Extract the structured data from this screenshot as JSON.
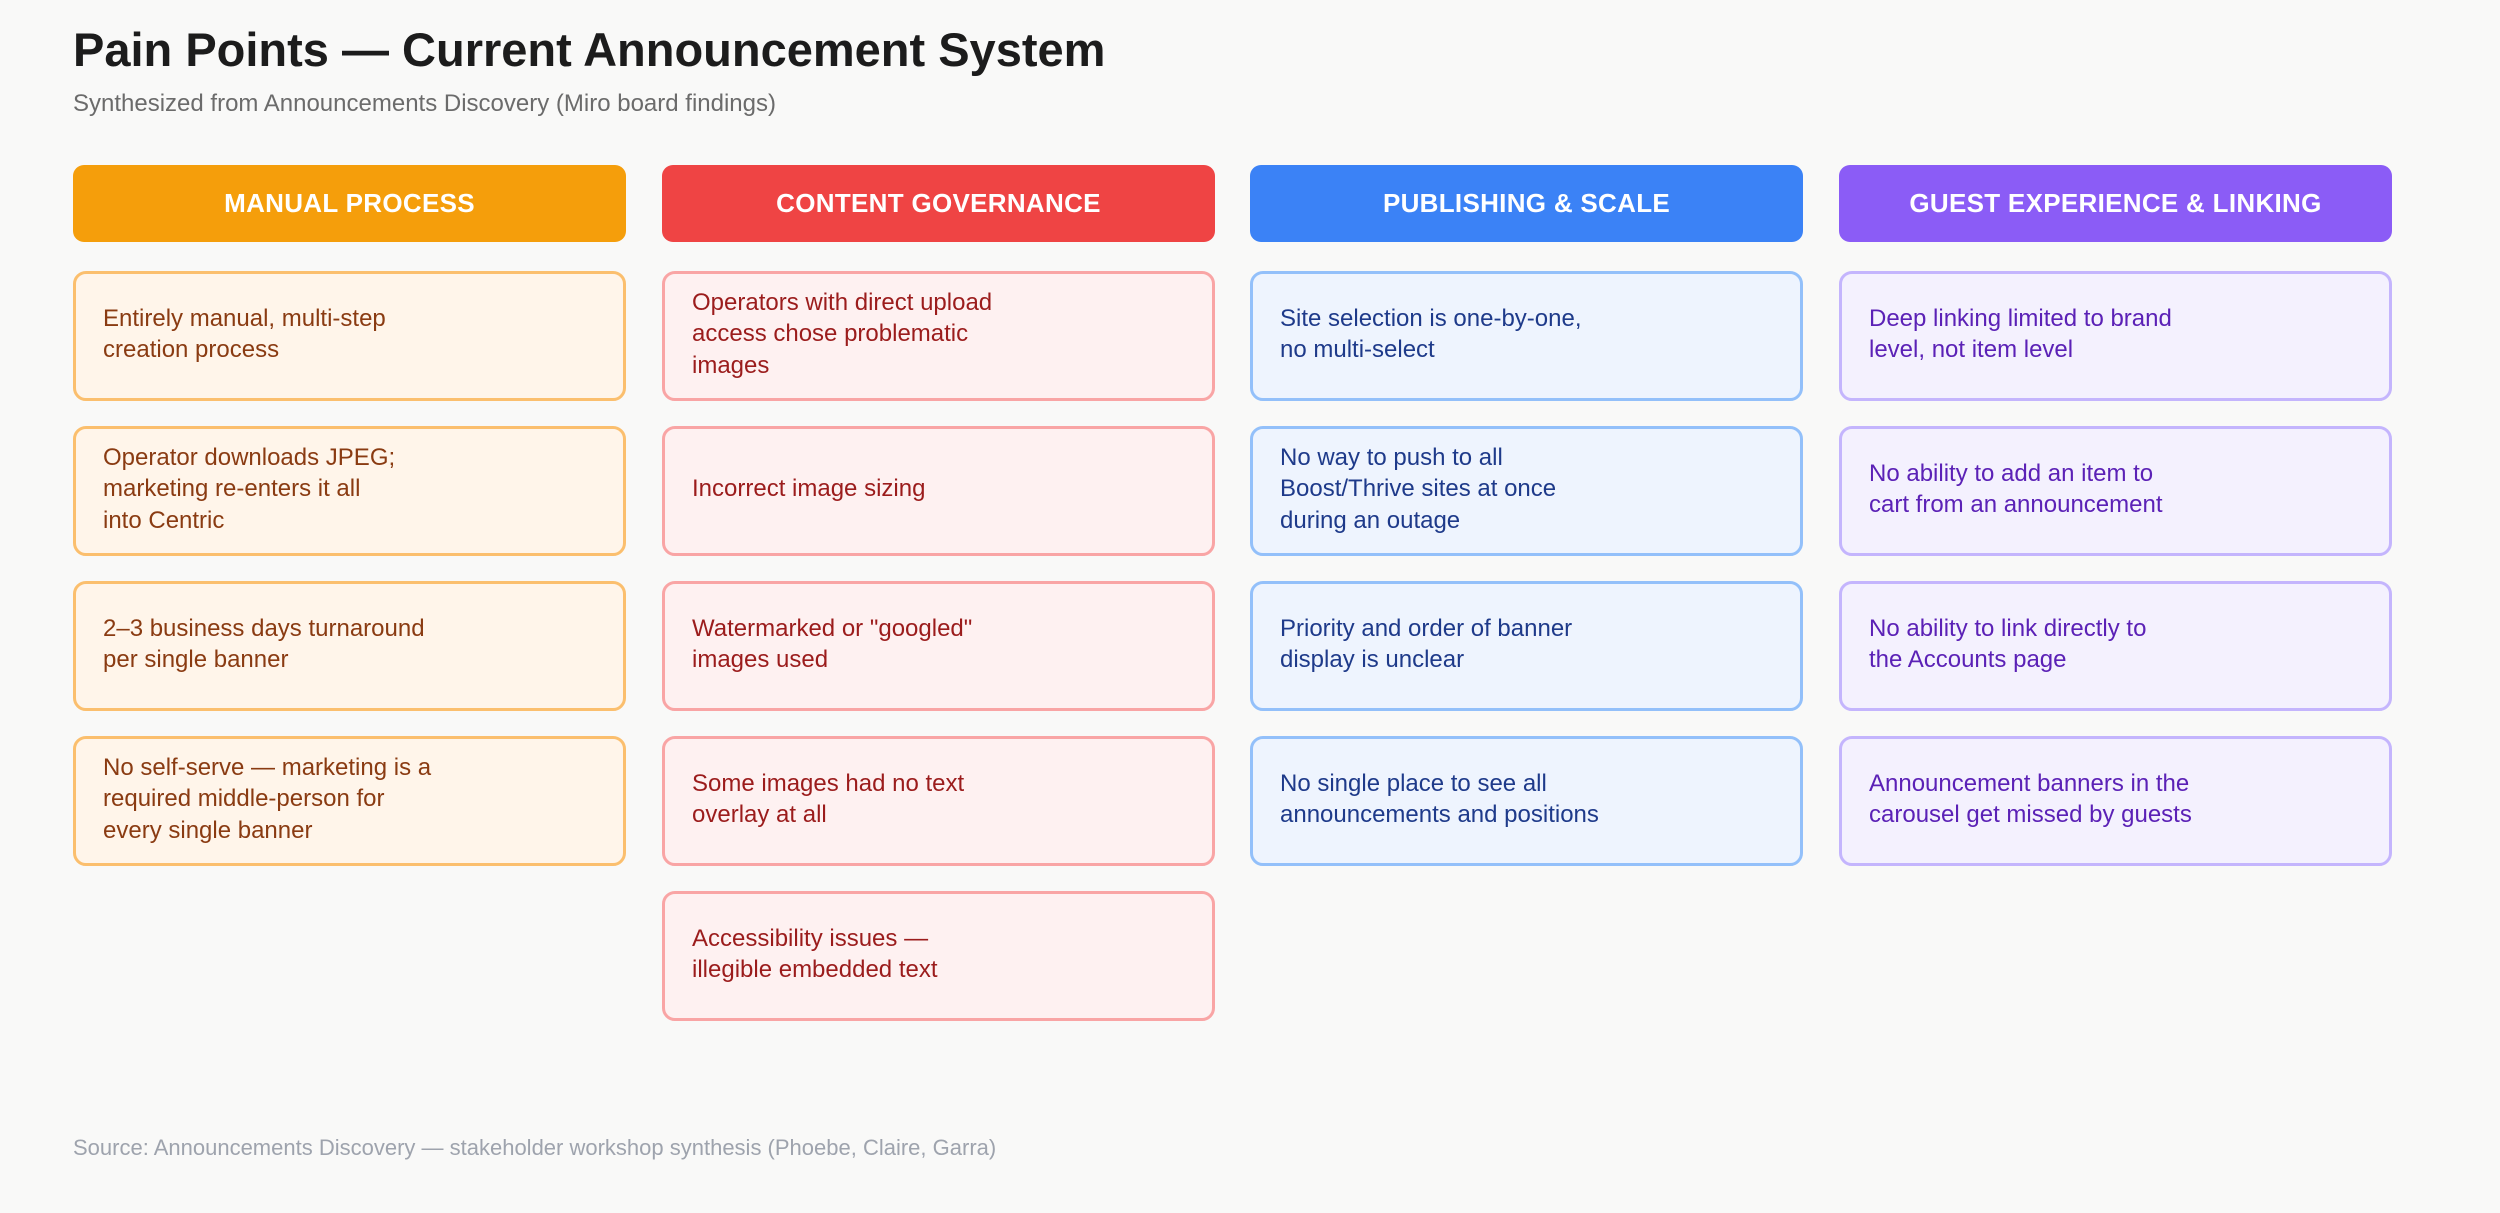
{
  "header": {
    "title": "Pain Points — Current Announcement System",
    "subtitle": "Synthesized from Announcements Discovery (Miro board findings)"
  },
  "columns": [
    {
      "label": "MANUAL PROCESS",
      "colors": {
        "header": "#f59e0b",
        "card_bg": "#fff5ea",
        "card_border": "#fbbf6e",
        "text": "#8a3b12"
      },
      "cards": [
        "Entirely manual, multi-step\ncreation process",
        "Operator downloads JPEG;\nmarketing re-enters it all\ninto Centric",
        "2–3 business days turnaround\nper single banner",
        "No self-serve — marketing is a\nrequired middle-person for\nevery single banner"
      ]
    },
    {
      "label": "CONTENT GOVERNANCE",
      "colors": {
        "header": "#ef4444",
        "card_bg": "#fef1f1",
        "card_border": "#f9a5a5",
        "text": "#9b1c1c"
      },
      "cards": [
        "Operators with direct upload\naccess chose problematic\nimages",
        "Incorrect image sizing",
        "Watermarked or \"googled\"\nimages used",
        "Some images had no text\noverlay at all",
        "Accessibility issues —\nillegible embedded text"
      ]
    },
    {
      "label": "PUBLISHING & SCALE",
      "colors": {
        "header": "#3b82f6",
        "card_bg": "#eef4fe",
        "card_border": "#93c0fa",
        "text": "#1e3a8a"
      },
      "cards": [
        "Site selection is one-by-one,\nno multi-select",
        "No way to push to all\nBoost/Thrive sites at once\nduring an outage",
        "Priority and order of banner\ndisplay is unclear",
        "No single place to see all\nannouncements and positions"
      ]
    },
    {
      "label": "GUEST EXPERIENCE & LINKING",
      "colors": {
        "header": "#8b5cf6",
        "card_bg": "#f4f1fe",
        "card_border": "#c4b5fd",
        "text": "#5b21b6"
      },
      "cards": [
        "Deep linking limited to brand\nlevel, not item level",
        "No ability to add an item to\ncart from an announcement",
        "No ability to link directly to\nthe Accounts page",
        "Announcement banners in the\ncarousel get missed by guests"
      ]
    }
  ],
  "footer": {
    "source": "Source: Announcements Discovery — stakeholder workshop synthesis (Phoebe, Claire, Garra)"
  }
}
